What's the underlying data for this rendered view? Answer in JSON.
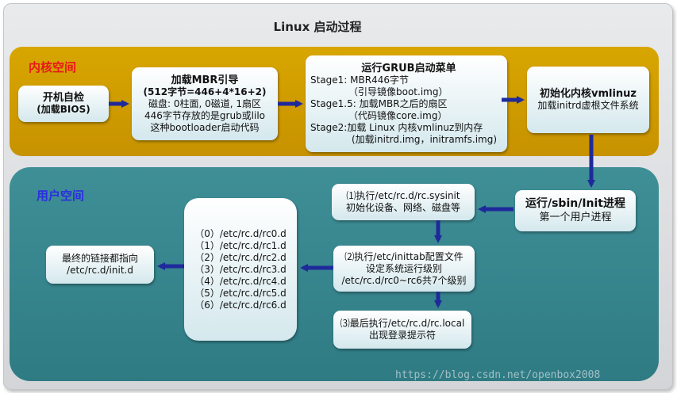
{
  "title": "Linux 启动过程",
  "regions": {
    "kernel": {
      "label": "内核空间",
      "color": "#e8161a"
    },
    "user": {
      "label": "用户空间",
      "color": "#2a2ee0"
    }
  },
  "boxes": {
    "post": {
      "line1": "开机自检",
      "line2": "(加载BIOS)"
    },
    "mbr": {
      "line1": "加载MBR引导",
      "line2": "(512字节=446+4*16+2)",
      "line3": "磁盘: 0柱面, 0磁道, 1扇区",
      "line4": "446字节存放的是grub或lilo",
      "line5": "这种bootloader启动代码"
    },
    "grub": {
      "line1": "运行GRUB启动菜单",
      "line2": "Stage1:  MBR446字节",
      "line3": "（引导镜像boot.img）",
      "line4": "Stage1.5: 加载MBR之后的扇区",
      "line5": "（代码镜像core.img）",
      "line6": "Stage2:加载 Linux 内核vmlinuz到内存",
      "line7": "(加载initrd.img，initramfs.img)"
    },
    "init_kernel": {
      "line1": "初始化内核vmlinuz",
      "line2": "加载initrd虚根文件系统"
    },
    "sbin_init": {
      "line1": "运行/sbin/Init进程",
      "line2": "第一个用户进程"
    },
    "sysinit": {
      "line1": "⑴执行/etc/rc.d/rc.sysinit",
      "line2": "初始化设备、网络、磁盘等"
    },
    "inittab": {
      "line1": "⑵执行/etc/inittab配置文件",
      "line2": "设定系统运行级别",
      "line3": "/etc/rc.d/rc0~rc6共7个级别"
    },
    "rclocal": {
      "line1": "⑶最后执行/etc/rc.d/rc.local",
      "line2": "出现登录提示符"
    },
    "runlevels": [
      "（0）/etc/rc.d/rc0.d",
      "（1）/etc/rc.d/rc1.d",
      "（2）/etc/rc.d/rc2.d",
      "（3）/etc/rc.d/rc3.d",
      "（4）/etc/rc.d/rc4.d",
      "（5）/etc/rc.d/rc5.d",
      "（6）/etc/rc.d/rc6.d"
    ],
    "final_link": {
      "line1": "最终的链接都指向",
      "line2": "/etc/rc.d/init.d"
    }
  },
  "watermark": "https://blog.csdn.net/openbox2008",
  "arrow_color": "#1f2a9a"
}
